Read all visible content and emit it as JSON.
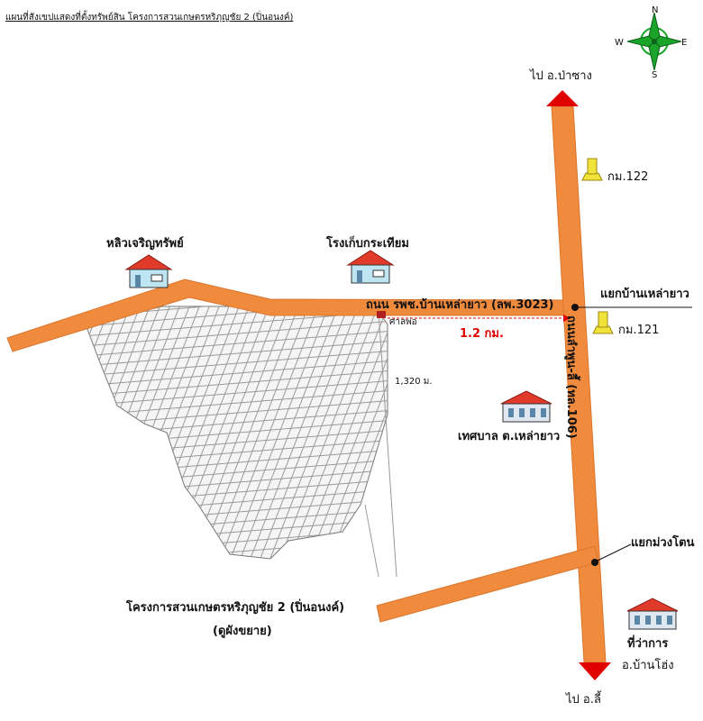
{
  "map": {
    "title": "แผนที่สังเขปแสดงที่ตั้งทรัพย์สิน  โครงการสวนเกษตรหริภุญชัย 2 (ปิ่นอนงค์)",
    "compass": {
      "n": "N",
      "s": "S",
      "e": "E",
      "w": "W"
    },
    "labels": {
      "to_pa_sang": "ไป อ.ป่าซาง",
      "to_li": "ไป อ.ลี้",
      "km122": "กม.122",
      "km121": "กม.121",
      "ban_hong": "อ.บ้านโฮ่ง",
      "junction_lao_yao": "แยกบ้านเหล่ายาว",
      "junction_muang_ton": "แยกม่วงโตน",
      "road_3023": "ถนน รพช.บ้านเหล่ายาว  (ลพ.3023)",
      "highway_106": "ถนนลำพูน-ลี้ (ทล.106)",
      "distance": "1.2 กม.",
      "side_distance": "1,320 ม.",
      "shrine": "ศาลพ่อ",
      "landmark_1": "หลิวเจริญทรัพย์",
      "landmark_2": "โรงเก็บกระเทียม",
      "landmark_3": "เทศบาล ต.เหล่ายาว",
      "landmark_4": "ที่ว่าการ",
      "project_name": "โครงการสวนเกษตรหริภุญชัย 2 (ปิ่นอนงค์)",
      "project_note": "(ดูผังขยาย)"
    },
    "colors": {
      "road": "#f08a3c",
      "arrow": "#e00000",
      "compass": "#1aa52a",
      "house_roof": "#e03a2a",
      "house_wall": "#bfe4f2",
      "km_post": "#f2e33a",
      "distance": "#e00000"
    }
  }
}
